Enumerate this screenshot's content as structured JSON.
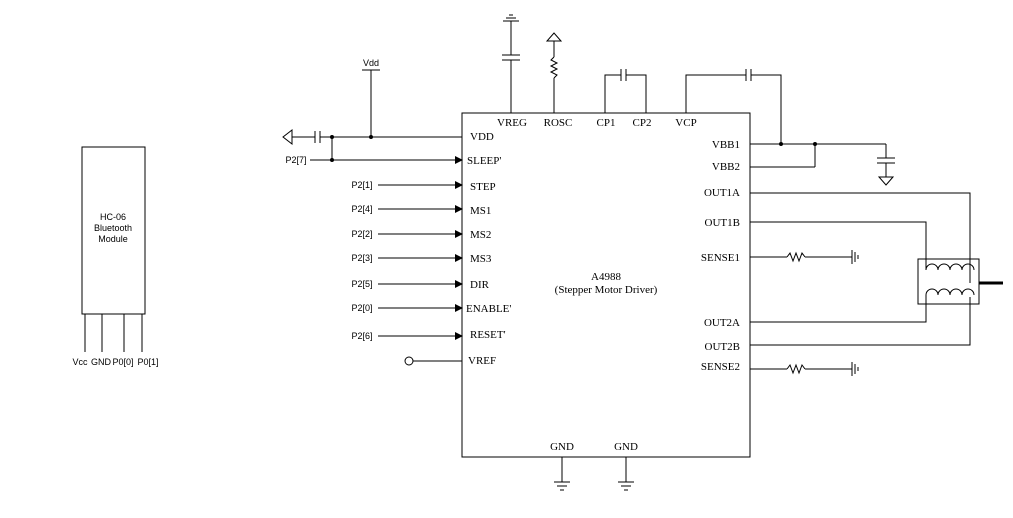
{
  "bluetooth": {
    "name_line1": "HC-06",
    "name_line2": "Bluetooth",
    "name_line3": "Module",
    "pins": [
      "Vcc",
      "GND",
      "P0[0]",
      "P0[1]"
    ]
  },
  "supply": {
    "vdd_label": "Vdd"
  },
  "chip": {
    "name": "A4988",
    "subtitle": "(Stepper Motor Driver)",
    "top_pins": [
      "VREG",
      "ROSC",
      "CP1",
      "CP2",
      "VCP"
    ],
    "left_pins": [
      "VDD",
      "SLEEP'",
      "STEP",
      "MS1",
      "MS2",
      "MS3",
      "DIR",
      "ENABLE'",
      "RESET'",
      "VREF"
    ],
    "right_pins": [
      "VBB1",
      "VBB2",
      "OUT1A",
      "OUT1B",
      "SENSE1",
      "OUT2A",
      "OUT2B",
      "SENSE2"
    ],
    "bottom_pins": [
      "GND",
      "GND"
    ]
  },
  "nets": {
    "sleep": "P2[7]",
    "step": "P2[1]",
    "ms1": "P2[4]",
    "ms2": "P2[2]",
    "ms3": "P2[3]",
    "dir": "P2[5]",
    "enable": "P2[0]",
    "reset": "P2[6]"
  }
}
